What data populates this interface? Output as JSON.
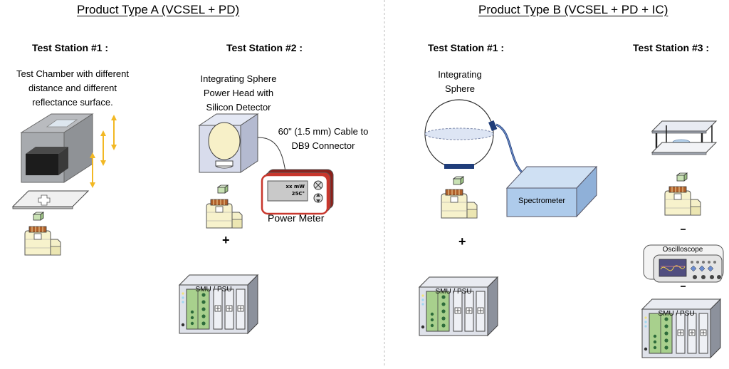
{
  "sections": [
    {
      "title": "Product Type A (VCSEL + PD)",
      "stations": [
        {
          "title": "Test Station #1 :",
          "description": [
            "Test Chamber with different",
            "distance and different",
            "reflectance surface."
          ]
        },
        {
          "title": "Test Station #2 :",
          "description": [
            "Integrating Sphere",
            "Power Head with",
            "Silicon Detector"
          ],
          "cable_label": [
            "60\" (1.5 mm) Cable to",
            "DB9 Connector"
          ],
          "power_meter": {
            "label": "Power Meter",
            "readout_power": "xx mW",
            "readout_temp": "25C°"
          },
          "plus": "+",
          "smu_label": "SMU / PSU"
        }
      ]
    },
    {
      "title": "Product Type B (VCSEL + PD + IC)",
      "stations": [
        {
          "title": "Test Station #1 :",
          "description": [
            "Integrating",
            "Sphere"
          ],
          "spectrometer_label": "Spectrometer",
          "plus": "+",
          "smu_label": "SMU / PSU"
        },
        {
          "title": "Test Station #3 :",
          "oscilloscope_label": "Oscilloscope",
          "smu_label": "SMU / PSU"
        }
      ]
    }
  ],
  "colors": {
    "arrow": "#f2b824",
    "device_body": "#f5f0c8",
    "device_coil": "#b0602a",
    "chip": "#c9e2b4",
    "sphere_line": "#1f3d7a",
    "spectrometer": "#aecbeb",
    "power_meter": "#c8372d",
    "chamber": "#2a2a2a",
    "smu_panel": "#a8d08d"
  }
}
